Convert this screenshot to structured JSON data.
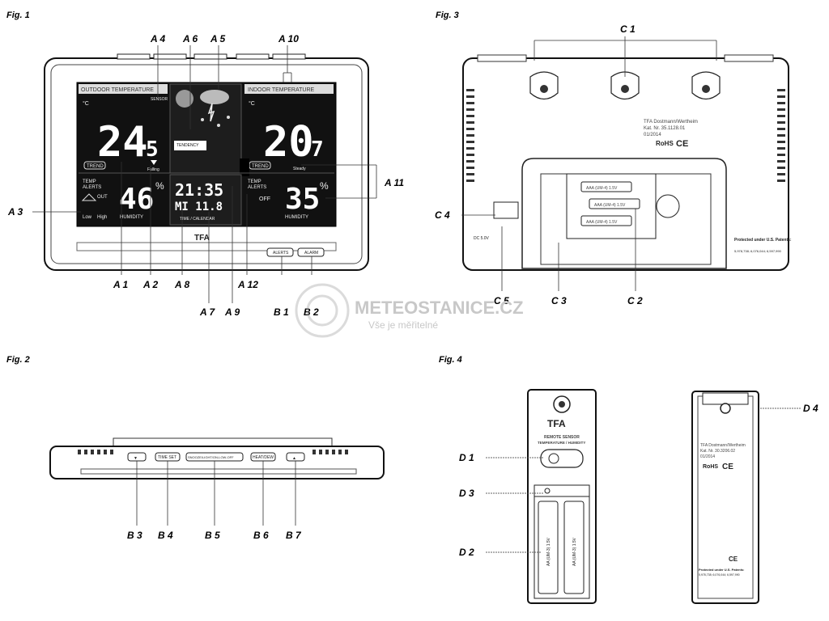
{
  "figures": {
    "fig1": "Fig. 1",
    "fig2": "Fig. 2",
    "fig3": "Fig. 3",
    "fig4": "Fig. 4"
  },
  "callouts": {
    "A1": "A 1",
    "A2": "A 2",
    "A3": "A 3",
    "A4": "A 4",
    "A5": "A 5",
    "A6": "A 6",
    "A7": "A 7",
    "A8": "A 8",
    "A9": "A 9",
    "A10": "A 10",
    "A11": "A 11",
    "A12": "A 12",
    "B1": "B 1",
    "B2": "B 2",
    "B3": "B 3",
    "B4": "B 4",
    "B5": "B 5",
    "B6": "B 6",
    "B7": "B 7",
    "C1": "C 1",
    "C2": "C 2",
    "C3": "C 3",
    "C4": "C 4",
    "C5": "C 5",
    "D1": "D 1",
    "D2": "D 2",
    "D3": "D 3",
    "D4": "D 4"
  },
  "display": {
    "outdoor_title": "OUTDOOR TEMPERATURE",
    "indoor_title": "INDOOR TEMPERATURE",
    "unit_c": "°C",
    "sensor": "SENSOR",
    "outdoor_temp_main": "24",
    "outdoor_temp_dec": "5",
    "indoor_temp_main": "20",
    "indoor_temp_dec": "7",
    "falling": "Falling",
    "steady": "Steady",
    "trend": "TREND",
    "tendency": "TENDENCY",
    "temp_alerts": "TEMP",
    "alerts": "ALERTS",
    "out": "OUT",
    "low": "Low",
    "high": "High",
    "humidity_label": "HUMIDITY",
    "humidity_out": "46",
    "humidity_in": "35",
    "percent": "%",
    "time": "21:35",
    "date": "MI 11.8",
    "time_calendar": "TIME / CALENDAR",
    "off": "OFF",
    "brand": "TFA",
    "alerts_btn": "ALERTS",
    "alarm_btn": "ALARM"
  },
  "side_buttons": {
    "down": "▼",
    "time_set": "TIME SET",
    "snooze": "SNOOZE/LIGHT/ON-LOW-OFF",
    "heat": "HEAT/DEW",
    "up": "▲"
  },
  "back_panel": {
    "maker": "TFA Dostmann/Wertheim",
    "kat": "Kat. Nr. 35.1128.01",
    "date": "01/2014",
    "rohs": "RoHS",
    "ce": "CE",
    "battery": "AAA (UM-4) 1.5V",
    "dc": "DC 5.0V",
    "patent_title": "Protected under U.S. Patents:",
    "patent_nums": "5,978,738; 6,076,044; 6,597,990"
  },
  "sensor_unit": {
    "brand": "TFA",
    "remote": "REMOTE SENSOR",
    "temp_hum": "TEMPERATURE / HUMIDITY",
    "battery": "AA (UM-3) 1.5V",
    "maker": "TFA Dostmann/Wertheim",
    "kat": "Kat. Nr. 30.3206.02",
    "date": "01/2014",
    "rohs": "RoHS",
    "ce": "CE",
    "patent_title": "Protected under U.S. Patents:",
    "patent_nums": "5,978,738; 6,076,044; 6,597,990"
  },
  "watermark": {
    "title": "METEOSTANICE.CZ",
    "subtitle": "Vše je měřitelné"
  }
}
